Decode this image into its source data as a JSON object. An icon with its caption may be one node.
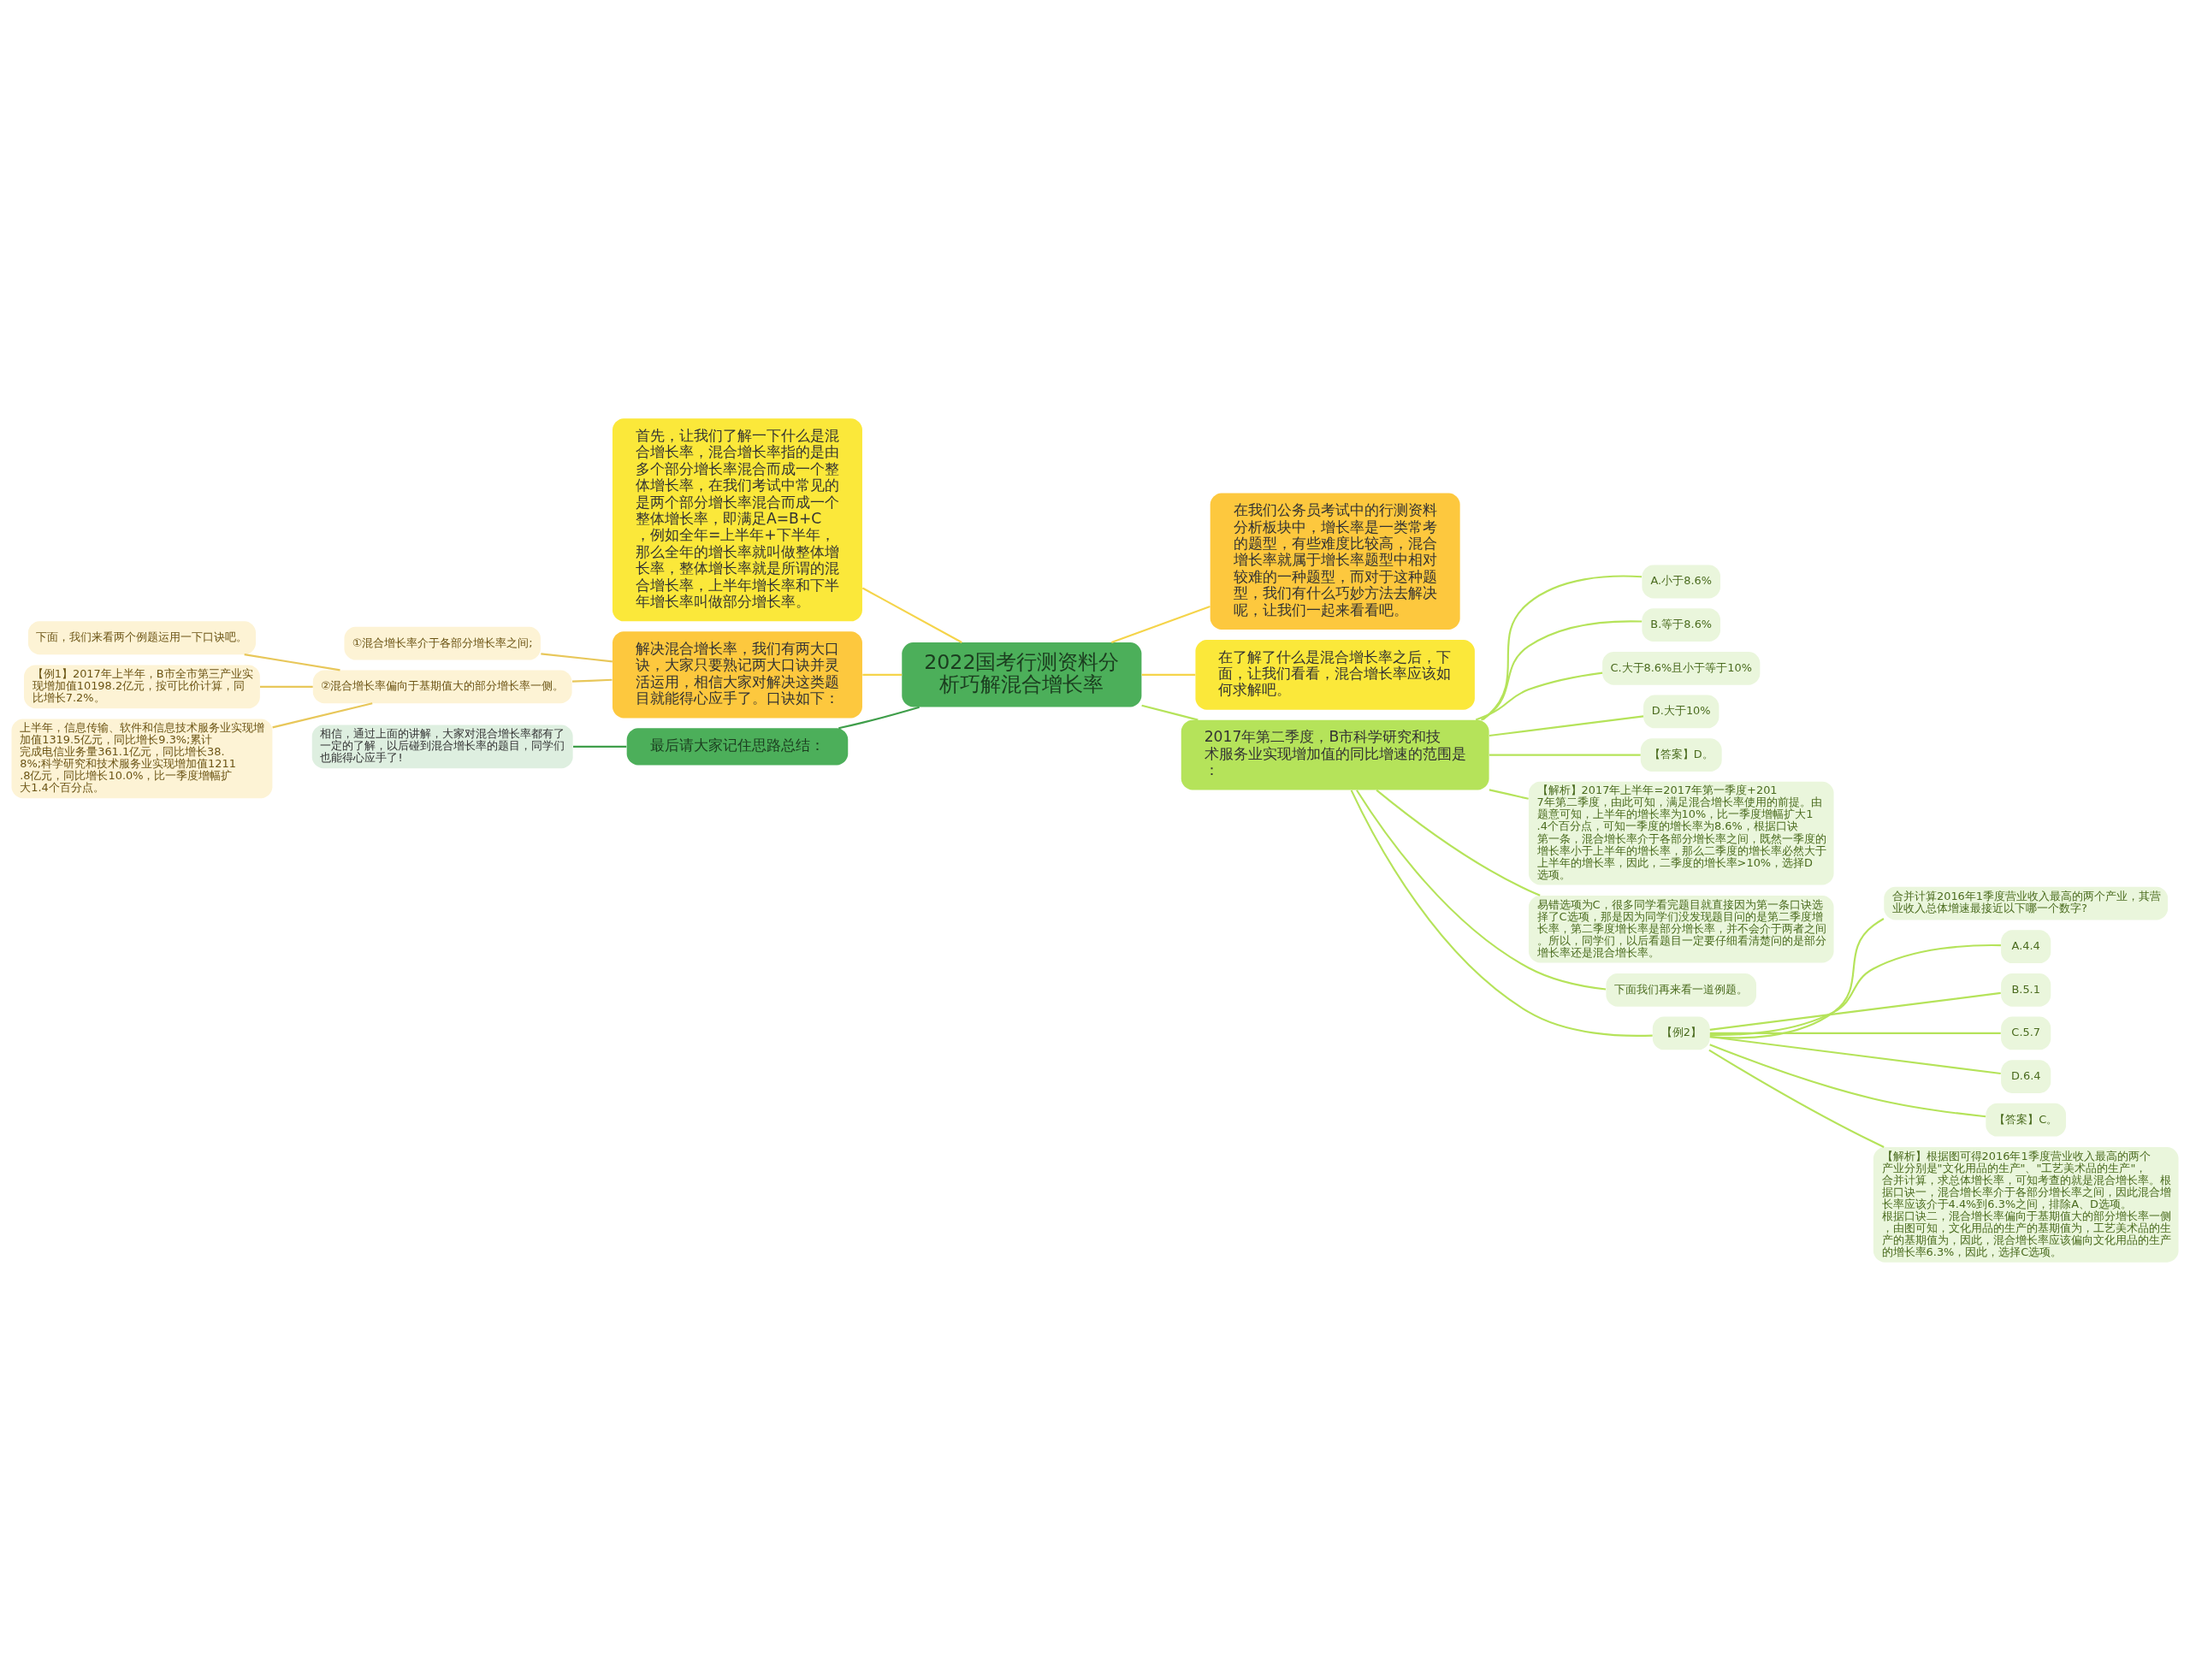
{
  "diagram": {
    "nodes": [
      {
        "text": [
          "2022国考行测资料分析巧解混合增长率"
        ]
      },
      {
        "text": [
          "首先，让我们了解一下什么是混合增长率，混合增长率指的是由多个部分增长率混合而成一个整体增长率，在我们考试中常见的是两个部分增长率混合而成一个整体增长率，即满足A=B+C，例如全年=上半年+下半年，那么全年的增长率就叫做整体增长率，整体增长率就是所谓的混合增长率，上半年增长率和下半年增长率叫做部分增长率。"
        ]
      },
      {
        "text": [
          "解决混合增长率，我们有两大口诀，大家只要熟记两大口诀并灵活运用，相信大家对解决这类题目就能得心应手了。口诀如下："
        ]
      },
      {
        "text": [
          "①混合增长率介于各部分增长率之间;"
        ]
      },
      {
        "text": [
          "②混合增长率偏向于基期值大的部分增长率一侧。"
        ]
      },
      {
        "text": [
          "下面，我们来看两个例题运用一下口诀吧。"
        ]
      },
      {
        "text": [
          "【例1】2017年上半年，B市全市第三产业实现增加值10198.2亿元，按可比价计算，同比增长7.2%。"
        ]
      },
      {
        "text": [
          "上半年，信息传输、软件和信息技术服务业实现增加值1319.5亿元，同比增长9.3%;累计完成电信业务量361.1亿元，同比增长38.8%;科学研究和技术服务业实现增加值1211.8亿元，同比增长10.0%，比一季度增幅扩大1.4个百分点。"
        ]
      },
      {
        "text": [
          "最后请大家记住思路总结："
        ]
      },
      {
        "text": [
          "相信，通过上面的讲解，大家对混合增长率都有了一定的了解，以后碰到混合增长率的题目，同学们也能得心应手了!"
        ]
      },
      {
        "text": [
          "在我们公务员考试中的行测资料分析板块中，增长率是一类常考的题型，有些难度比较高，混合增长率就属于增长率题型中相对较难的一种题型，而对于这种题型，我们有什么巧妙方法去解决呢，让我们一起来看看吧。"
        ]
      },
      {
        "text": [
          "在了解了什么是混合增长率之后，下面，让我们看看，混合增长率应该如何求解吧。"
        ]
      },
      {
        "text": [
          "2017年第二季度，B市科学研究和技术服务业实现增加值的同比增速的范围是："
        ]
      },
      {
        "text": [
          "A.小于8.6%"
        ]
      },
      {
        "text": [
          "B.等于8.6%"
        ]
      },
      {
        "text": [
          "C.大于8.6%且小于等于10%"
        ]
      },
      {
        "text": [
          "D.大于10%"
        ]
      },
      {
        "text": [
          "【答案】D。"
        ]
      },
      {
        "text": [
          "【解析】2017年上半年=2017年第一季度+2017年第二季度，由此可知，满足混合增长率使用的前提。由题意可知，上半年的增长率为10%，比一季度增幅扩大1.4个百分点，可知一季度的增长率为8.6%，根据口诀第一条，混合增长率介于各部分增长率之间，既然一季度的增长率小于上半年的增长率，那么二季度的增长率必然大于上半年的增长率，因此，二季度的增长率>10%，选择D选项。"
        ]
      },
      {
        "text": [
          "易错选项为C，很多同学看完题目就直接因为第一条口诀选择了C选项，那是因为同学们没发现题目问的是第二季度增长率，第二季度增长率是部分增长率，并不会介于两者之间。所以，同学们，以后看题目一定要仔细看清楚问的是部分增长率还是混合增长率。"
        ]
      },
      {
        "text": [
          "下面我们再来看一道例题。"
        ]
      },
      {
        "text": [
          "【例2】"
        ]
      },
      {
        "text": [
          "合并计算2016年1季度营业收入最高的两个产业，其营业收入总体增速最接近以下哪一个数字?"
        ]
      },
      {
        "text": [
          "A.4.4"
        ]
      },
      {
        "text": [
          "B.5.1"
        ]
      },
      {
        "text": [
          "C.5.7"
        ]
      },
      {
        "text": [
          "D.6.4"
        ]
      },
      {
        "text": [
          "【答案】C。"
        ]
      },
      {
        "text": [
          "【解析】根据图可得2016年1季度营业收入最高的两个产业分别是\"文化用品的生产\"、\"工艺美术品的生产\"，合并计算，求总体增长率，可知考查的就是混合增长率。根据口诀一，混合增长率介于各部分增长率之间，因此混合增长率应该介于4.4%到6.3%之间，排除A、D选项。根据口诀二，混合增长率偏向于基期值大的部分增长率一侧，由图可知，文化用品的生产的基期值为，工艺美术品的生产的基期值为，因此，混合增长率应该偏向文化用品的生产的增长率6.3%，因此，选择C选项。"
        ]
      }
    ],
    "edges": [
      {
        "from": 0,
        "to": 1,
        "arrow": "none",
        "color": "#f5d44a"
      },
      {
        "from": 0,
        "to": 2,
        "arrow": "none",
        "color": "#f5d44a"
      },
      {
        "from": 2,
        "to": 3,
        "arrow": "none",
        "color": "#e8c75a"
      },
      {
        "from": 2,
        "to": 4,
        "arrow": "none",
        "color": "#e8c75a"
      },
      {
        "from": 4,
        "to": 5,
        "arrow": "none",
        "color": "#e8c75a"
      },
      {
        "from": 4,
        "to": 6,
        "arrow": "none",
        "color": "#e8c75a"
      },
      {
        "from": 4,
        "to": 7,
        "arrow": "none",
        "color": "#e8c75a"
      },
      {
        "from": 0,
        "to": 8,
        "arrow": "none",
        "color": "#3f9e4a"
      },
      {
        "from": 8,
        "to": 9,
        "arrow": "none",
        "color": "#3f9e4a"
      },
      {
        "from": 0,
        "to": 10,
        "arrow": "none",
        "color": "#f5d44a"
      },
      {
        "from": 0,
        "to": 11,
        "arrow": "none",
        "color": "#f5d44a"
      },
      {
        "from": 0,
        "to": 12,
        "arrow": "none"
      },
      {
        "from": 12,
        "to": 13,
        "arrow": "none"
      },
      {
        "from": 12,
        "to": 14,
        "arrow": "none"
      },
      {
        "from": 12,
        "to": 15,
        "arrow": "none"
      },
      {
        "from": 12,
        "to": 16,
        "arrow": "none"
      },
      {
        "from": 12,
        "to": 17,
        "arrow": "none"
      },
      {
        "from": 12,
        "to": 18,
        "arrow": "none"
      },
      {
        "from": 12,
        "to": 19,
        "arrow": "none"
      },
      {
        "from": 12,
        "to": 20,
        "arrow": "none"
      },
      {
        "from": 12,
        "to": 21,
        "arrow": "none"
      },
      {
        "from": 21,
        "to": 22,
        "arrow": "none"
      },
      {
        "from": 21,
        "to": 23,
        "arrow": "none"
      },
      {
        "from": 21,
        "to": 24,
        "arrow": "none"
      },
      {
        "from": 21,
        "to": 25,
        "arrow": "none"
      },
      {
        "from": 21,
        "to": 26,
        "arrow": "none"
      },
      {
        "from": 21,
        "to": 27,
        "arrow": "none"
      },
      {
        "from": 21,
        "to": 28,
        "arrow": "none"
      }
    ]
  }
}
